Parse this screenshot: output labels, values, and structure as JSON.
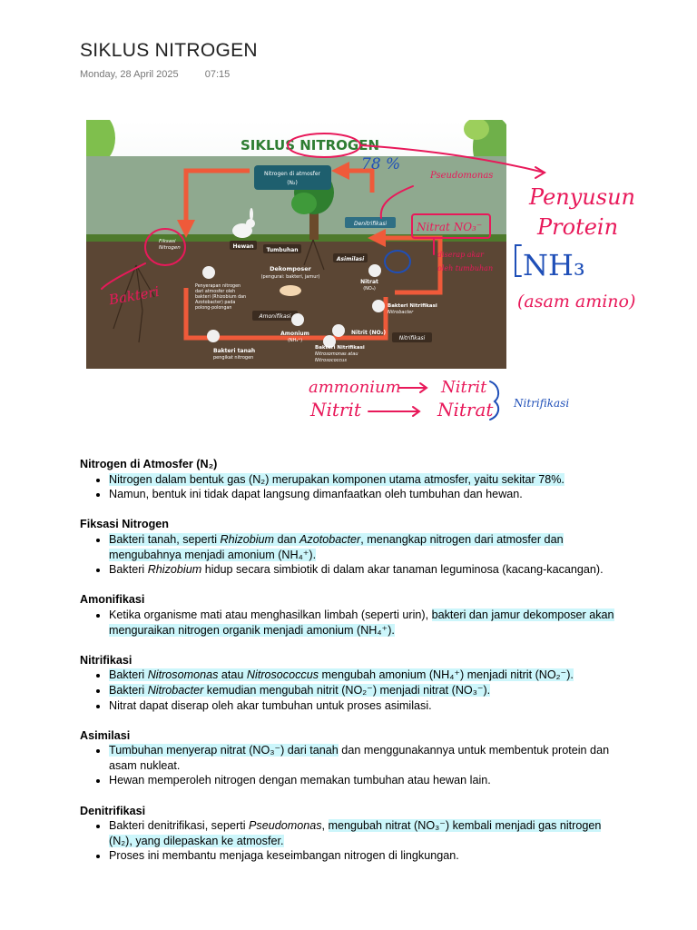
{
  "page": {
    "title": "SIKLUS NITROGEN",
    "date": "Monday, 28 April 2025",
    "time": "07:15"
  },
  "diagram": {
    "title": "SIKLUS NITROGEN",
    "labels": {
      "atmosfer": "Nitrogen di atmosfer",
      "atmosfer_formula": "(N₂)",
      "denitrifikasi": "Denitrifikasi",
      "fiksasi_1": "Fiksasi",
      "fiksasi_2": "Nitrogen",
      "hewan": "Hewan",
      "tumbuhan": "Tumbuhan",
      "asimilasi": "Asimilasi",
      "dekomposer": "Dekomposer",
      "dekomposer_sub": "(pengurai: bakteri, jamur)",
      "penyerapan": [
        "Penyerapan nitrogen",
        "dari atmosfer oleh",
        "bakteri (Rhizobium dan",
        "Azotobacter) pada",
        "polong-polongan"
      ],
      "amonifikasi": "Amonifikasi",
      "amonium": "Amonium",
      "amonium_formula": "(NH₄⁺)",
      "nitrat": "Nitrat",
      "nitrat_formula": "(NO₃)",
      "bakteri_nitrifikasi_1": "Bakteri Nitrifikasi",
      "bakteri_nitrifikasi_1_sub": "Nitrobacter",
      "nitrit": "Nitrit (NO₂)",
      "nitrifikasi": "Nitrifikasi",
      "bakteri_tanah": "Bakteri tanah",
      "bakteri_tanah_sub": "pengikat nitrogen",
      "bakteri_nitrifikasi_2": "Bakteri Nitrifikasi",
      "bakteri_nitrifikasi_2_sub1": "Nitrosomonas atau",
      "bakteri_nitrifikasi_2_sub2": "Nitrosococcus"
    }
  },
  "handwritten": {
    "percent": "78 %",
    "pseudomonas": "Pseudomonas",
    "nitrat_no3": "Nitrat NO₃⁻",
    "diserap_1": "diserap akar",
    "diserap_2": "oleh tumbuhan",
    "penyusun_1": "Penyusun",
    "penyusun_2": "Protein",
    "nh3": "NH₃",
    "asam_amino": "(asam amino)",
    "bakteri": "Bakteri",
    "eq1_left": "ammonium",
    "eq1_right": "Nitrit",
    "eq2_left": "Nitrit",
    "eq2_right": "Nitrat",
    "nitrifikasi": "Nitrifikasi",
    "ink_red": "#e8195a",
    "ink_blue": "#1f4fb8"
  },
  "sections": [
    {
      "heading": "Nitrogen di Atmosfer (N₂)",
      "items": [
        {
          "hl": "Nitrogen dalam bentuk gas (N₂) merupakan komponen utama atmosfer, yaitu sekitar 78%."
        },
        {
          "t1": "Namun, bentuk ini tidak dapat langsung dimanfaatkan oleh tumbuhan dan hewan."
        }
      ]
    },
    {
      "heading": "Fiksasi Nitrogen",
      "items": [
        {
          "hl1": "Bakteri tanah, seperti ",
          "i1": "Rhizobium",
          "hl2": " dan ",
          "i2": "Azotobacter",
          "hl3": ", menangkap nitrogen dari atmosfer dan mengubahnya menjadi amonium (NH₄⁺)."
        },
        {
          "t1": "Bakteri ",
          "i1": "Rhizobium",
          "t2": " hidup secara simbiotik di dalam akar tanaman leguminosa (kacang-kacangan)."
        }
      ]
    },
    {
      "heading": "Amonifikasi",
      "items": [
        {
          "t1": "Ketika organisme mati atau menghasilkan limbah (seperti urin), ",
          "hl": "bakteri dan jamur dekomposer akan menguraikan nitrogen organik menjadi amonium (NH₄⁺)."
        }
      ]
    },
    {
      "heading": "Nitrifikasi",
      "items": [
        {
          "hl1": "Bakteri ",
          "i1": "Nitrosomonas",
          "hl2": " atau ",
          "i2": "Nitrosococcus",
          "hl3": " mengubah amonium (NH₄⁺) menjadi nitrit (NO₂⁻)."
        },
        {
          "hl1": "Bakteri ",
          "i1": "Nitrobacter",
          "hl2": " kemudian mengubah nitrit (NO₂⁻) menjadi nitrat (NO₃⁻)."
        },
        {
          "t1": "Nitrat dapat diserap oleh akar tumbuhan untuk proses asimilasi."
        }
      ]
    },
    {
      "heading": "Asimilasi",
      "items": [
        {
          "hl": "Tumbuhan menyerap nitrat (NO₃⁻) dari tanah",
          "t1": " dan menggunakannya untuk membentuk protein dan asam nukleat."
        },
        {
          "t1": "Hewan memperoleh nitrogen dengan memakan tumbuhan atau hewan lain."
        }
      ]
    },
    {
      "heading": "Denitrifikasi",
      "items": [
        {
          "t1": "Bakteri denitrifikasi, seperti ",
          "i1": "Pseudomonas",
          "t2": ", ",
          "hl": "mengubah nitrat (NO₃⁻) kembali menjadi gas nitrogen (N₂), yang dilepaskan ke atmosfer."
        },
        {
          "t1": "Proses ini membantu menjaga keseimbangan nitrogen di lingkungan."
        }
      ]
    }
  ]
}
